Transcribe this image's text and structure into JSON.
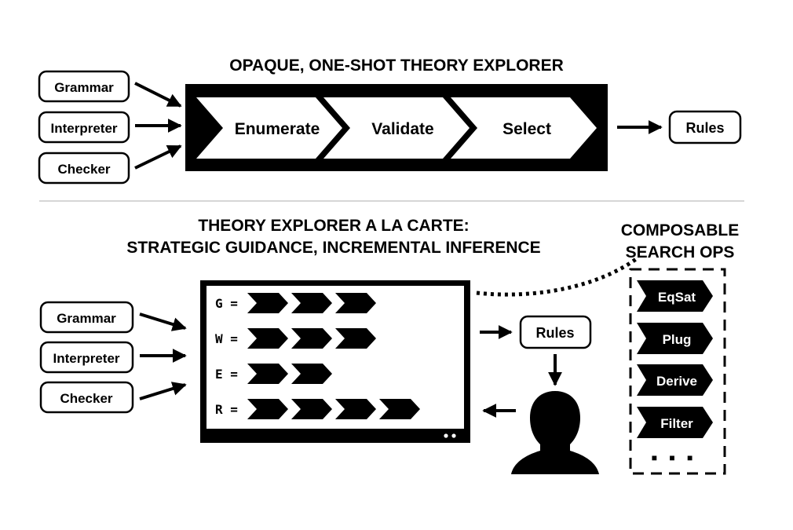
{
  "top": {
    "title": "OPAQUE, ONE-SHOT THEORY EXPLORER",
    "inputs": [
      "Grammar",
      "Interpreter",
      "Checker"
    ],
    "stages": [
      "Enumerate",
      "Validate",
      "Select"
    ],
    "output": "Rules"
  },
  "bottom": {
    "title_line1": "THEORY EXPLORER A LA CARTE:",
    "title_line2": "STRATEGIC GUIDANCE, INCREMENTAL INFERENCE",
    "inputs": [
      "Grammar",
      "Interpreter",
      "Checker"
    ],
    "programs": [
      {
        "label": "G =",
        "ops": 3
      },
      {
        "label": "W =",
        "ops": 3
      },
      {
        "label": "E =",
        "ops": 2
      },
      {
        "label": "R =",
        "ops": 4
      }
    ],
    "output": "Rules",
    "ops_title_line1": "COMPOSABLE",
    "ops_title_line2": "SEARCH OPS",
    "ops": [
      "EqSat",
      "Plug",
      "Derive",
      "Filter"
    ],
    "ops_more": "■ ■ ■"
  },
  "icons": {
    "user": "person-silhouette-icon",
    "arrow": "arrow-right-icon",
    "chevron": "chevron-block-icon"
  },
  "colors": {
    "ink": "#000000",
    "paper": "#ffffff",
    "divider": "#cccccc"
  }
}
